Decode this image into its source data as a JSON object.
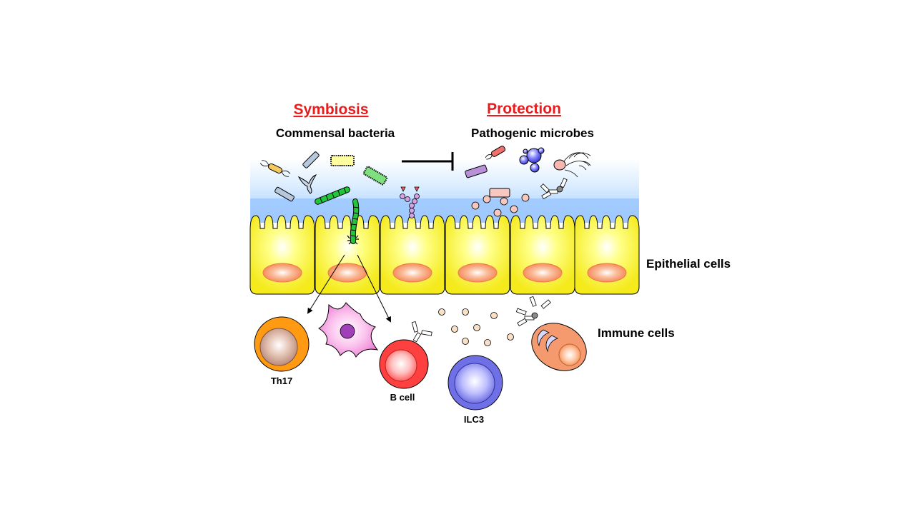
{
  "headings": {
    "symbiosis": "Symbiosis",
    "protection": "Protection",
    "commensal": "Commensal bacteria",
    "pathogenic": "Pathogenic microbes"
  },
  "labels": {
    "epithelial": "Epithelial cells",
    "immune": "Immune cells",
    "th17": "Th17",
    "bcell": "B cell",
    "ilc3": "ILC3"
  },
  "colors": {
    "heading_red": "#e81c1c",
    "epithelium_yellow": "#ffff33",
    "nucleus_orange": "#f58a55",
    "mucus_blue": "#9ec9ff",
    "th17_orange": "#ff9a12",
    "bcell_red": "#ff4040",
    "ilc3_blue": "#7070e6",
    "dendritic_pink": "#f07ad0",
    "plasma_salmon": "#f59a6e",
    "commensal_green": "#22c63a"
  },
  "icons": [
    "flagellated-bacterium-icon",
    "rod-bacterium-icon",
    "ciliated-bacterium-icon",
    "filamentous-bacterium-icon",
    "segmented-filamentous-bacterium-icon",
    "inhibition-arrow-icon",
    "antibody-icon",
    "cytokine-dot-icon",
    "fungus-icon",
    "virus-icon"
  ]
}
